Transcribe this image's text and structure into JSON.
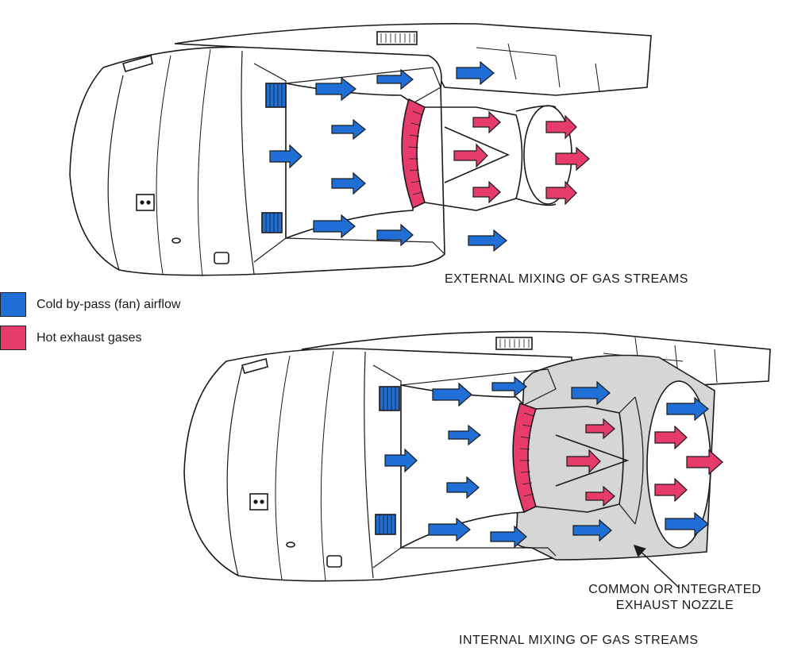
{
  "colors": {
    "cold_airflow": "#1f6fd6",
    "hot_exhaust": "#e63b6b",
    "nozzle_shade": "#d6d6d6",
    "line": "#1a1a1a"
  },
  "legend": {
    "items": [
      {
        "label": "Cold by-pass (fan) airflow",
        "color": "#1f6fd6"
      },
      {
        "label": "Hot exhaust gases",
        "color": "#e63b6b"
      }
    ]
  },
  "top_diagram": {
    "caption": "EXTERNAL MIXING OF GAS STREAMS"
  },
  "bottom_diagram": {
    "caption": "INTERNAL MIXING OF GAS STREAMS",
    "callout_line1": "COMMON OR INTEGRATED",
    "callout_line2": "EXHAUST NOZZLE"
  }
}
